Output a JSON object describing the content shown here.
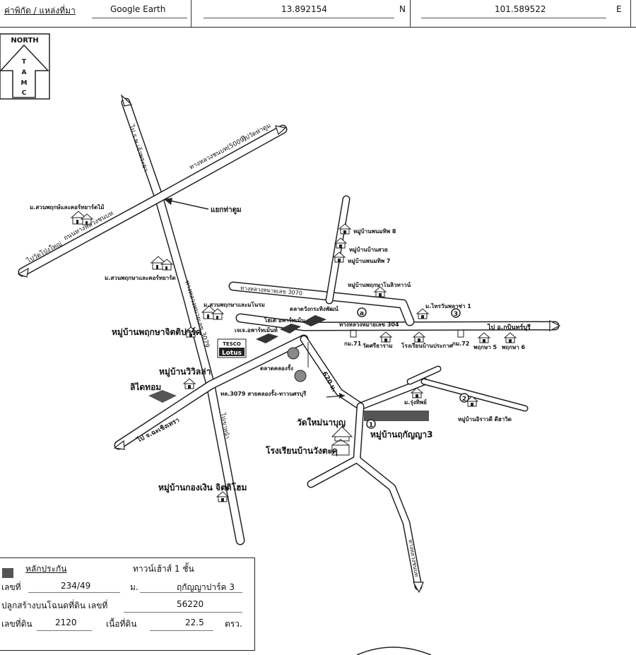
{
  "header": {
    "coord_label": "ค่าพิกัด / แหล่งที่มา",
    "source": "Google Earth",
    "latitude": "13.892154",
    "lat_suffix": "N",
    "longitude": "101.589522",
    "lon_suffix": "E"
  },
  "compass": {
    "north": "NORTH",
    "letters": [
      "T",
      "A",
      "M",
      "C"
    ]
  },
  "labels": {
    "road_top_diag": "ทางหลวงชนบท(5009)",
    "to_tha_tum": "ไปวัดท่าตูม",
    "road_vertical_top": "ไป ร.พ.เจ้าพระยา",
    "junction": "แยกท่าตูม",
    "park_top": "ม.สวนพฤกษ์และคอร์ทยาร์ดไม้",
    "road_left_diag": "ถนนทางหลวงชนบท",
    "to_left": "ไปวัดโป่งใหญ่",
    "park_mid": "ม.สวนพฤกษาและคอร์ทยาร์ด",
    "road_vertical_mid": "ทางหลวงหมายเลข 3079",
    "village_n1": "หมู่บ้านพนมทิพ 8",
    "village_n2": "หมู่บ้านบ้านสวย",
    "village_n3": "หมู่บ้านพนมทิพ 7",
    "village_n4": "หมู่บ้านพฤกษาโนลิวทาวน์",
    "road_3070": "ทางหลวงหมายเลข 3070",
    "market": "ตลาดวังกระทิงพัฒน์",
    "park_near": "ม.สวนพฤกษาและมโนรม",
    "hotel": "โฮเต อพาร์ทเม้น",
    "apartment": "เจเจ.อพาร์ทเม้นท์",
    "village_jj": "หมู่บ้านพฤกษาจิตติปาร์ค",
    "tesco_small": "TESCO",
    "tesco_big": "Lotus",
    "road_304": "ทางหลวงหมายเลข 304",
    "to_prachinburi": "ไป อ.กบินทร์บุรี",
    "km71": "กม.71",
    "temple": "วัดศรีธาราม",
    "school_right": "โรงเรียนบ้านประกาศ",
    "km72": "กม.72",
    "phruksa5": "พฤกษา 5",
    "phruksa6": "พฤกษา 6",
    "village_right": "ม.ไทรวันพลาซ่า 1",
    "market_kong": "ตลาดคลองรั้ง",
    "village_wiwilla": "หมู่บ้านวิวิลล่า",
    "lidwell": "ลิไดทอม",
    "distance": "620 ม.",
    "road_3079_sign": "ทล.3079 สายคลองรั้ง-ทาวนศรบุรี",
    "road_vertical_low": "ไปเขาหน้า",
    "to_chachoengsao": "ไป จ.ฉะเชิงเทรา",
    "wat_mai": "วัดใหม่นาบุญ",
    "school_main": "โรงเรียนบ้านวังตะคุ",
    "project": "หมู่บ้านฤกัญญา3",
    "circle1": "1",
    "circle2": "2",
    "circle3": "3",
    "circle_a": "a",
    "village_rear": "ม.รุ่งทิพย์",
    "village_far_right": "หมู่บ้านอิราวดี ดีฮาวิด",
    "road_south": "ทางหลวงชนบท",
    "village_bottom": "หมู่บ้านกองเงิน จิตติโฮม"
  },
  "legend": {
    "title": "หลักประกัน",
    "type": "ทาวน์เฮ้าส์ 1 ชั้น",
    "no_label": "เลขที่",
    "no_value": "234/49",
    "village_label": "ม.",
    "village_value": "ฤกัญญาปาร์ค 3",
    "deed_label": "ปลูกสร้างบนโฉนดที่ดิน เลขที่",
    "deed_value": "56220",
    "land_no_label": "เลขที่ดิน",
    "land_no_value": "2120",
    "area_label": "เนื้อที่ดิน",
    "area_value": "22.5",
    "area_unit": "ตรว.",
    "swatch_color": "#555555"
  }
}
